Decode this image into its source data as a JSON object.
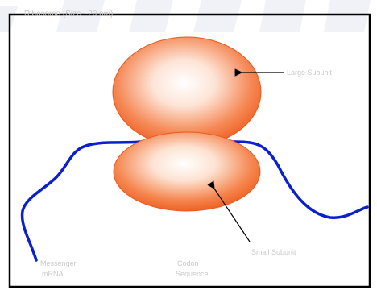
{
  "title": "Ribosome (Size ~20 nm)",
  "labels": {
    "large_subunit": "Large Subunit",
    "small_subunit": "Small Subunit",
    "mrna_left_line1": "Messenger",
    "mrna_left_line2": "mRNA",
    "mrna_middle_line1": "Codon",
    "mrna_middle_line2": "Sequence"
  },
  "colors": {
    "subunit_edge": "#f0652a",
    "subunit_highlight": "#ffffff",
    "mrna_strand": "#0a1fd0",
    "border": "#000000",
    "watermark": "#d6dbe8"
  }
}
